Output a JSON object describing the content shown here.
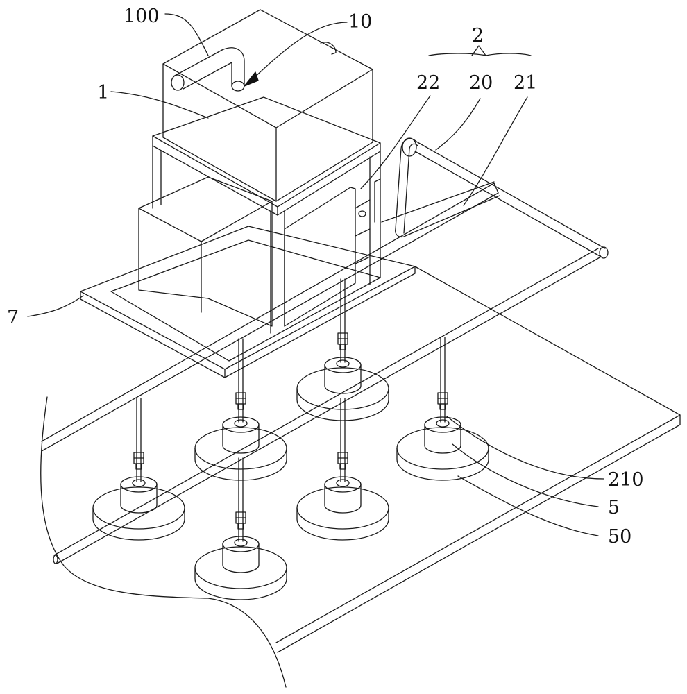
{
  "figure": {
    "labels": {
      "l100": "100",
      "l10": "10",
      "l2": "2",
      "l22": "22",
      "l20": "20",
      "l21": "21",
      "l1": "1",
      "l7": "7",
      "l210": "210",
      "l5": "5",
      "l50": "50"
    }
  }
}
